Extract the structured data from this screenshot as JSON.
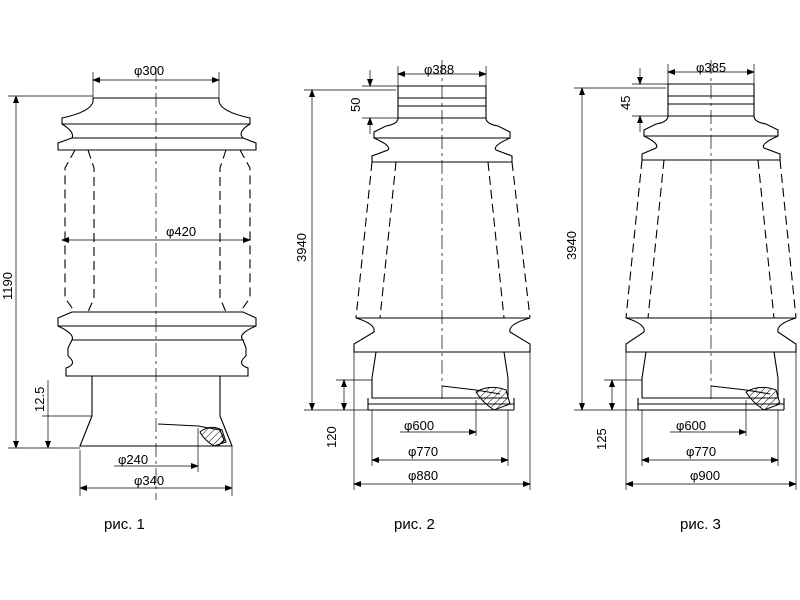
{
  "figures": [
    {
      "caption": "рис. 1",
      "dims": {
        "top_dia": "φ300",
        "mid_dia": "φ420",
        "height": "1190",
        "flange_h": "12.5",
        "hole_dia": "φ240",
        "base_dia": "φ340"
      }
    },
    {
      "caption": "рис. 2",
      "dims": {
        "top_dia": "φ388",
        "top_h": "50",
        "height": "3940",
        "flange_h": "120",
        "hole_dia": "φ600",
        "mid_dia": "φ770",
        "base_dia": "φ880"
      }
    },
    {
      "caption": "рис. 3",
      "dims": {
        "top_dia": "φ385",
        "top_h": "45",
        "height": "3940",
        "flange_h": "125",
        "hole_dia": "φ600",
        "mid_dia": "φ770",
        "base_dia": "φ900"
      }
    }
  ]
}
